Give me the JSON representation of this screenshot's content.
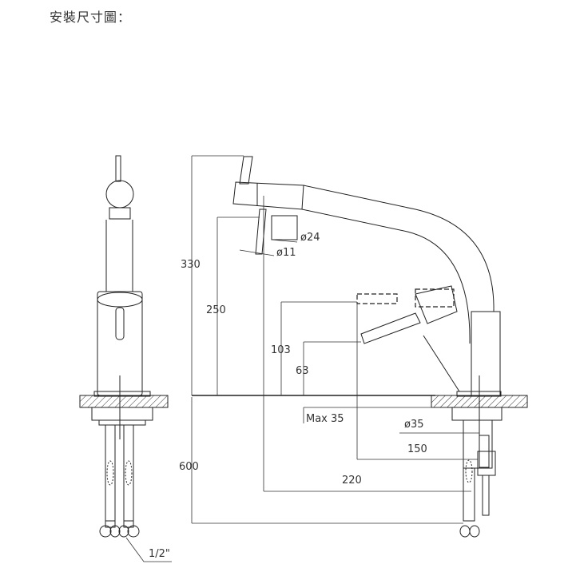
{
  "title": "安裝尺寸圖：",
  "dimensions": {
    "total_height": "330",
    "spout_height": "250",
    "handle_height": "103",
    "handle_low": "63",
    "deck_thickness": "Max 35",
    "base_diameter": "ø35",
    "aerator_diameter": "ø24",
    "outlet_diameter": "ø11",
    "handle_reach": "150",
    "spout_reach": "220",
    "hose_length": "600",
    "hose_thread": "1/2\""
  }
}
